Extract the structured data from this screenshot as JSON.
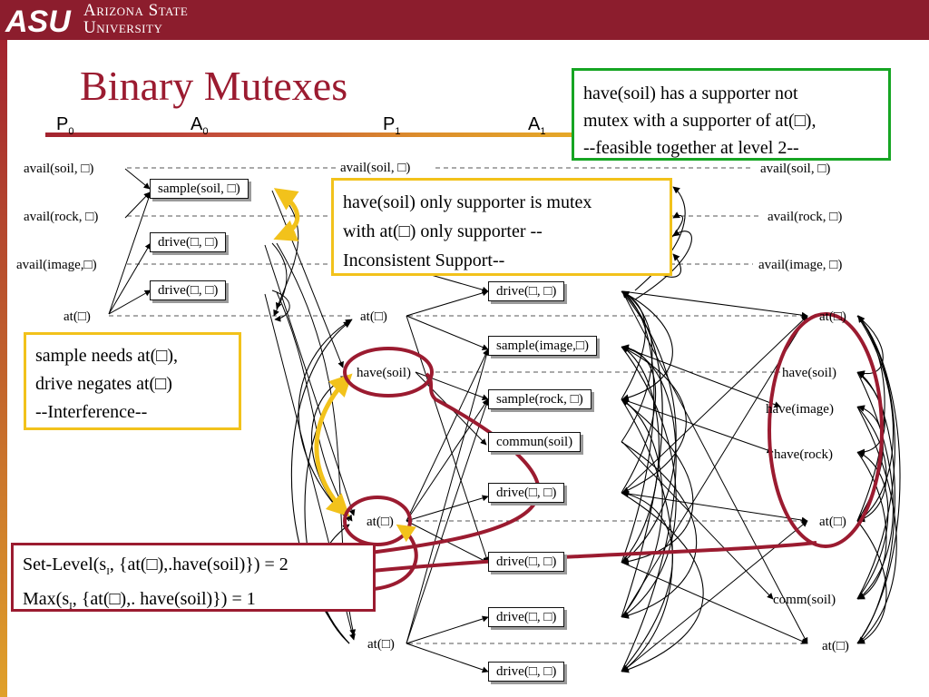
{
  "header": {
    "logo_text": "ASU",
    "university_line1": "Arizona State",
    "university_line2": "University"
  },
  "slide": {
    "title": "Binary Mutexes"
  },
  "levels": [
    {
      "label": "P",
      "sub": "0"
    },
    {
      "label": "A",
      "sub": "0"
    },
    {
      "label": "P",
      "sub": "1"
    },
    {
      "label": "A",
      "sub": "1"
    }
  ],
  "p0": {
    "avail_soil": "avail(soil, □)",
    "avail_rock": "avail(rock, □)",
    "avail_image": "avail(image,□)",
    "at": "at(□)"
  },
  "a0": {
    "sample_soil": "sample(soil, □)",
    "drive1": "drive(□, □)",
    "drive2": "drive(□, □)"
  },
  "p1": {
    "avail_soil": "avail(soil, □)",
    "at1": "at(□)",
    "have_soil": "have(soil)",
    "at2": "at(□)",
    "at3": "at(□)"
  },
  "a1": {
    "drive1": "drive(□, □)",
    "sample_image": "sample(image,□)",
    "sample_rock": "sample(rock, □)",
    "commun_soil": "commun(soil)",
    "drive2": "drive(□, □)",
    "drive3": "drive(□, □)",
    "drive4": "drive(□, □)",
    "drive5": "drive(□, □)"
  },
  "p2": {
    "avail_soil": "avail(soil, □)",
    "avail_rock": "avail(rock, □)",
    "avail_image": "avail(image, □)",
    "at1": "at(□)",
    "have_soil": "have(soil)",
    "have_image": "have(image)",
    "have_rock": "have(rock)",
    "at2": "at(□)",
    "comm_soil": "comm(soil)",
    "at3": "at(□)"
  },
  "callouts": {
    "green": [
      "have(soil) has a supporter not",
      "mutex with a supporter of at(□),",
      "--feasible together at level 2--"
    ],
    "yellow_top": [
      "have(soil) only supporter is mutex",
      "with at(□) only supporter   --",
      "Inconsistent Support--"
    ],
    "yellow_left": [
      "sample needs at(□),",
      "drive negates at(□)",
      "--Interference--"
    ],
    "red": {
      "line1_a": "Set-Level(s",
      "line1_sub": "I",
      "line1_b": ", {at(□),.have(soil)}) = 2",
      "line2_a": "Max(s",
      "line2_sub": "I",
      "line2_b": ", {at(□),. have(soil)}) = 1"
    }
  },
  "colors": {
    "header": "#8c1d2d",
    "title": "#9b1b30",
    "mutex_yellow": "#f2c21b",
    "green_border": "#16a523",
    "ellipse_red": "#9b1b30"
  }
}
